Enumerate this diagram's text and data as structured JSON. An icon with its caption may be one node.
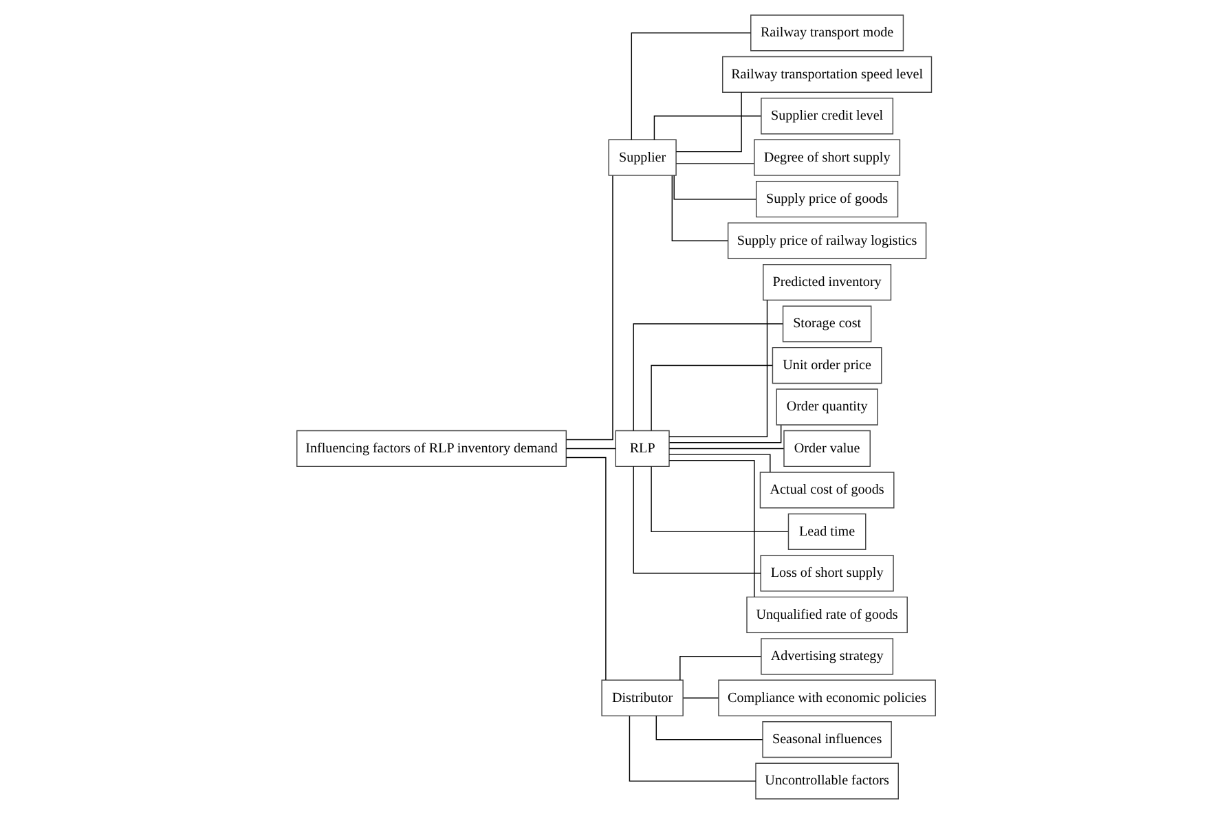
{
  "diagram": {
    "nodes": [
      {
        "text": [
          "Influencing factors of RLP inventory demand"
        ]
      },
      {
        "text": [
          "Supplier"
        ]
      },
      {
        "text": [
          "RLP"
        ]
      },
      {
        "text": [
          "Distributor"
        ]
      },
      {
        "text": [
          "Railway transport mode"
        ]
      },
      {
        "text": [
          "Railway transportation speed level"
        ]
      },
      {
        "text": [
          "Supplier credit level"
        ]
      },
      {
        "text": [
          "Degree of short supply"
        ]
      },
      {
        "text": [
          "Supply price of goods"
        ]
      },
      {
        "text": [
          "Supply price of railway logistics"
        ]
      },
      {
        "text": [
          "Predicted inventory"
        ]
      },
      {
        "text": [
          "Storage cost"
        ]
      },
      {
        "text": [
          "Unit order price"
        ]
      },
      {
        "text": [
          "Order quantity"
        ]
      },
      {
        "text": [
          "Order value"
        ]
      },
      {
        "text": [
          "Actual cost of goods"
        ]
      },
      {
        "text": [
          "Lead time"
        ]
      },
      {
        "text": [
          "Loss of short supply"
        ]
      },
      {
        "text": [
          "Unqualified rate of goods"
        ]
      },
      {
        "text": [
          "Advertising strategy"
        ]
      },
      {
        "text": [
          "Compliance with economic policies"
        ]
      },
      {
        "text": [
          "Seasonal influences"
        ]
      },
      {
        "text": [
          "Uncontrollable factors"
        ]
      }
    ],
    "edges": [
      {
        "from": 0,
        "to": 1,
        "arrow": "none"
      },
      {
        "from": 0,
        "to": 2,
        "arrow": "none"
      },
      {
        "from": 0,
        "to": 3,
        "arrow": "none"
      },
      {
        "from": 1,
        "to": 4,
        "arrow": "none"
      },
      {
        "from": 1,
        "to": 5,
        "arrow": "none"
      },
      {
        "from": 1,
        "to": 6,
        "arrow": "none"
      },
      {
        "from": 1,
        "to": 7,
        "arrow": "none"
      },
      {
        "from": 1,
        "to": 8,
        "arrow": "none"
      },
      {
        "from": 1,
        "to": 9,
        "arrow": "none"
      },
      {
        "from": 2,
        "to": 10,
        "arrow": "none"
      },
      {
        "from": 2,
        "to": 11,
        "arrow": "none"
      },
      {
        "from": 2,
        "to": 12,
        "arrow": "none"
      },
      {
        "from": 2,
        "to": 13,
        "arrow": "none"
      },
      {
        "from": 2,
        "to": 14,
        "arrow": "none"
      },
      {
        "from": 2,
        "to": 15,
        "arrow": "none"
      },
      {
        "from": 2,
        "to": 16,
        "arrow": "none"
      },
      {
        "from": 2,
        "to": 17,
        "arrow": "none"
      },
      {
        "from": 2,
        "to": 18,
        "arrow": "none"
      },
      {
        "from": 3,
        "to": 19,
        "arrow": "none"
      },
      {
        "from": 3,
        "to": 20,
        "arrow": "none"
      },
      {
        "from": 3,
        "to": 21,
        "arrow": "none"
      },
      {
        "from": 3,
        "to": 22,
        "arrow": "none"
      }
    ]
  }
}
